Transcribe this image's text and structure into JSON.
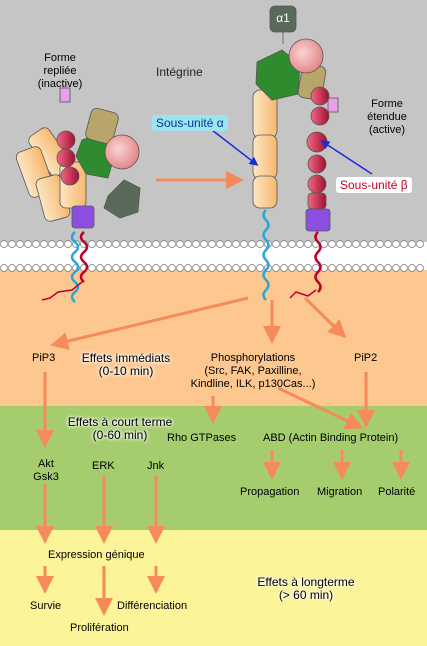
{
  "labels": {
    "forme_repliee": [
      "Forme",
      "repliée",
      "(inactive)"
    ],
    "integrine": "Intégrine",
    "alpha1": "α1",
    "forme_etendue": [
      "Forme",
      "étendue",
      "(active)"
    ],
    "sous_unite_alpha": "Sous-unité α",
    "sous_unite_beta": "Sous-unité β"
  },
  "pathway": {
    "pip3": "PiP3",
    "effets_immediats": [
      "Effets immédiats",
      "(0-10 min)"
    ],
    "phosphorylations": [
      "Phosphorylations",
      "(Src, FAK, Paxilline,",
      "Kindline, ILK, p130Cas...)"
    ],
    "pip2": "PiP2",
    "effets_court_terme": [
      "Effets à court terme",
      "(0-60 min)"
    ],
    "rho_gtpases": "Rho GTPases",
    "abd": "ABD (Actin Binding Protein)",
    "akt": [
      "Akt",
      "Gsk3"
    ],
    "erk": "ERK",
    "jnk": "Jnk",
    "propagation": "Propagation",
    "migration": "Migration",
    "polarite": "Polarité",
    "expression_genique": "Expression génique",
    "effets_long_terme": [
      "Effets à longterme",
      "(> 60 min)"
    ],
    "survie": "Survie",
    "differenciation": "Différenciation",
    "proliferation": "Prolifération"
  },
  "colors": {
    "extracellular": "#c5c5c5",
    "cytoplasm": "#fcc88f",
    "short_term_band": "#a5cd6e",
    "long_term_band": "#fbf498",
    "arrow": "#f58a5a",
    "alpha_domain": "#fcd49a",
    "beta_domain": "#d8284e",
    "propeller": "#2e8b2e",
    "pink_head": "#f4a8a8",
    "grey_leg": "#5a6a5a",
    "purple_tm": "#8c4fe0"
  }
}
